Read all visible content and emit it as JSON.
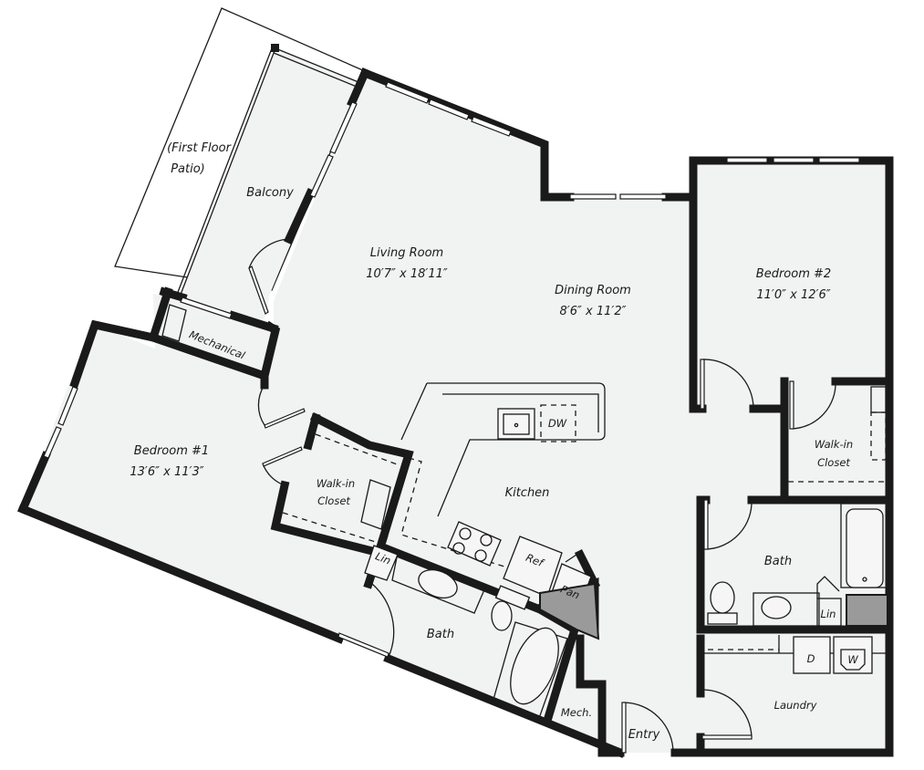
{
  "floor_plan": {
    "colors": {
      "wall": "#1a1a1a",
      "floor": "#f1f2f2",
      "shaft": "#9a9a9a",
      "background": "#ffffff"
    },
    "rooms": {
      "patio": {
        "line1": "(First Floor",
        "line2": "Patio)"
      },
      "balcony": {
        "name": "Balcony"
      },
      "living_room": {
        "name": "Living Room",
        "dimensions": "10′7″ x 18′11″"
      },
      "dining_room": {
        "name": "Dining Room",
        "dimensions": "8′6″ x 11′2″"
      },
      "bedroom_2": {
        "name": "Bedroom #2",
        "dimensions": "11′0″ x 12′6″"
      },
      "bedroom_1": {
        "name": "Bedroom #1",
        "dimensions": "13′6″ x 11′3″"
      },
      "mechanical": {
        "name": "Mechanical"
      },
      "walk_in_closet_1": {
        "line1": "Walk-in",
        "line2": "Closet"
      },
      "walk_in_closet_2": {
        "line1": "Walk-in",
        "line2": "Closet"
      },
      "kitchen": {
        "name": "Kitchen"
      },
      "bath_1": {
        "name": "Bath"
      },
      "bath_2": {
        "name": "Bath"
      },
      "laundry": {
        "name": "Laundry"
      },
      "entry": {
        "name": "Entry"
      },
      "mech_small": {
        "name": "Mech."
      }
    },
    "fixtures": {
      "dishwasher": "DW",
      "refrigerator": "Ref",
      "pantry": "Pan",
      "linen_1": "Lin",
      "linen_2": "Lin",
      "dryer": "D",
      "washer": "W"
    }
  }
}
